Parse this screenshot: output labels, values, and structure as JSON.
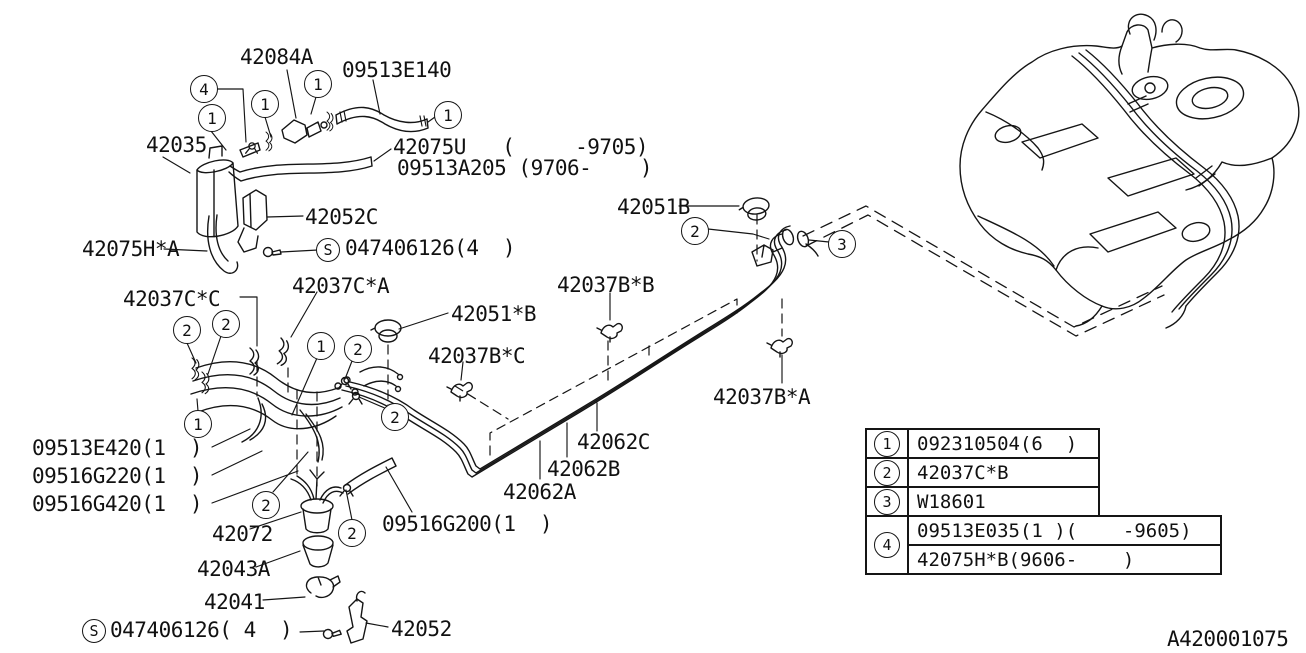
{
  "drawing": {
    "number": "A420001075",
    "s_symbol": "S",
    "line_color": "#151515",
    "background": "#ffffff"
  },
  "labels": [
    {
      "part": "42084A",
      "text": "42084A"
    },
    {
      "part": "09513E140",
      "text": "09513E140"
    },
    {
      "part": "42035",
      "text": "42035"
    },
    {
      "part": "42075U",
      "text": "42075U   (     -9705)"
    },
    {
      "part": "09513A205",
      "text": "09513A205 (9706-    )"
    },
    {
      "part": "42052C",
      "text": "42052C"
    },
    {
      "part": "42051B",
      "text": "42051B"
    },
    {
      "part": "42075H*A",
      "text": "42075H*A"
    },
    {
      "part": "047406126-upper",
      "text": "047406126(4  )"
    },
    {
      "part": "42037C*C",
      "text": "42037C*C"
    },
    {
      "part": "42037C*A",
      "text": "42037C*A"
    },
    {
      "part": "42037B*B",
      "text": "42037B*B"
    },
    {
      "part": "42051*B",
      "text": "42051*B"
    },
    {
      "part": "42037B*C",
      "text": "42037B*C"
    },
    {
      "part": "42037B*A",
      "text": "42037B*A"
    },
    {
      "part": "09513E420",
      "text": "09513E420(1  )"
    },
    {
      "part": "09516G220",
      "text": "09516G220(1  )"
    },
    {
      "part": "09516G420",
      "text": "09516G420(1  )"
    },
    {
      "part": "42072",
      "text": "42072"
    },
    {
      "part": "09516G200",
      "text": "09516G200(1  )"
    },
    {
      "part": "42062C",
      "text": "42062C"
    },
    {
      "part": "42062B",
      "text": "42062B"
    },
    {
      "part": "42062A",
      "text": "42062A"
    },
    {
      "part": "42043A",
      "text": "42043A"
    },
    {
      "part": "42041",
      "text": "42041"
    },
    {
      "part": "047406126-lower",
      "text": "047406126( 4  )"
    },
    {
      "part": "42052",
      "text": "42052"
    },
    {
      "part": "drawing-number",
      "text": "A420001075"
    }
  ],
  "callouts": [
    {
      "n": "4"
    },
    {
      "n": "1"
    },
    {
      "n": "1"
    },
    {
      "n": "1"
    },
    {
      "n": "1"
    },
    {
      "n": "2"
    },
    {
      "n": "3"
    },
    {
      "n": "2"
    },
    {
      "n": "2"
    },
    {
      "n": "1"
    },
    {
      "n": "2"
    },
    {
      "n": "2"
    },
    {
      "n": "1"
    },
    {
      "n": "2"
    },
    {
      "n": "2"
    }
  ],
  "legend": {
    "rows": [
      {
        "num": "1",
        "lines": [
          "092310504(6  )"
        ]
      },
      {
        "num": "2",
        "lines": [
          "42037C*B"
        ]
      },
      {
        "num": "3",
        "lines": [
          "W18601"
        ]
      },
      {
        "num": "4",
        "lines": [
          "09513E035(1 )(    -9605)",
          "42075H*B(9606-    )"
        ]
      }
    ]
  }
}
